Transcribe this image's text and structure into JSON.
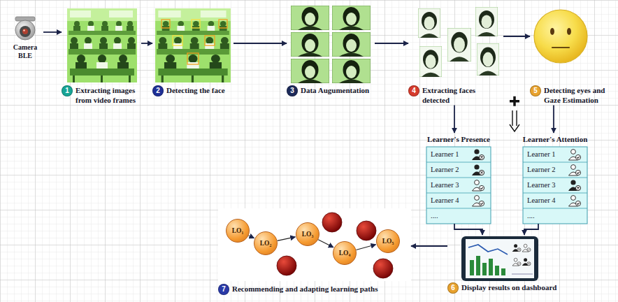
{
  "diagram": {
    "nodes": [
      {
        "text": [
          "Camera BLE"
        ]
      },
      {
        "text": [
          "1",
          "Extracting images from video frames"
        ]
      },
      {
        "text": [
          "2",
          "Detecting the face"
        ]
      },
      {
        "text": [
          "3",
          "Data Augumentation"
        ]
      },
      {
        "text": [
          "4",
          "Extracting faces detected"
        ]
      },
      {
        "text": [
          "5",
          "Detecting eyes and Gaze Estimation"
        ]
      },
      {
        "text": [
          "Learner's Presence"
        ]
      },
      {
        "text": [
          "Learner 1"
        ],
        "in": 6
      },
      {
        "text": [
          "Learner 2"
        ],
        "in": 6
      },
      {
        "text": [
          "Learner 3"
        ],
        "in": 6
      },
      {
        "text": [
          "Learner 4"
        ],
        "in": 6
      },
      {
        "text": [
          "...."
        ],
        "in": 6
      },
      {
        "text": [
          "Learner's Attention"
        ]
      },
      {
        "text": [
          "Learner 1"
        ],
        "in": 12
      },
      {
        "text": [
          "Learner 2"
        ],
        "in": 12
      },
      {
        "text": [
          "Learner 3"
        ],
        "in": 12
      },
      {
        "text": [
          "Learner 4"
        ],
        "in": 12
      },
      {
        "text": [
          "...."
        ],
        "in": 12
      },
      {
        "text": [
          "6",
          "Display results on dashboard"
        ]
      },
      {
        "text": [
          "7",
          "Recommending and adapting learning paths"
        ]
      },
      {
        "text": [
          "LO₁"
        ],
        "in": 19
      },
      {
        "text": [
          "LO₂"
        ],
        "in": 19
      },
      {
        "text": [
          "LO₃"
        ],
        "in": 19
      },
      {
        "text": [
          "LO₄"
        ],
        "in": 19
      },
      {
        "text": [
          "LO₅"
        ],
        "in": 19
      }
    ],
    "edges": [
      {
        "from": 0,
        "to": 1,
        "arrow": "to"
      },
      {
        "from": 1,
        "to": 2,
        "arrow": "to"
      },
      {
        "from": 2,
        "to": 3,
        "arrow": "to"
      },
      {
        "from": 3,
        "to": 4,
        "arrow": "to"
      },
      {
        "from": 4,
        "to": 5,
        "arrow": "to"
      },
      {
        "from": 4,
        "to": 6,
        "arrow": "to"
      },
      {
        "from": 5,
        "to": 12,
        "arrow": "to"
      },
      {
        "from": 6,
        "to": 18,
        "arrow": "to"
      },
      {
        "from": 12,
        "to": 18,
        "arrow": "to"
      },
      {
        "from": 18,
        "to": 19,
        "arrow": "to"
      },
      {
        "from": 20,
        "to": 21,
        "arrow": "to"
      },
      {
        "from": 21,
        "to": 22,
        "arrow": "to"
      },
      {
        "from": 22,
        "to": 23,
        "arrow": "to"
      },
      {
        "from": 23,
        "to": 24,
        "arrow": "to"
      }
    ]
  }
}
